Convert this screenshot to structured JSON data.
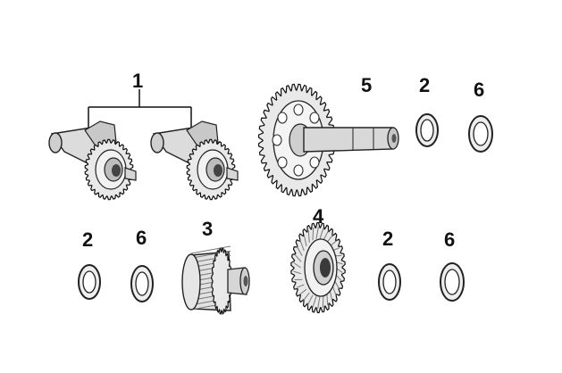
{
  "callouts": {
    "c1": "1",
    "c5": "5",
    "c2_top": "2",
    "c6_top": "6",
    "c2_left": "2",
    "c6_left": "6",
    "c3": "3",
    "c4": "4",
    "c2_right": "2",
    "c6_right": "6"
  },
  "colors": {
    "ink": "#111111",
    "gear_fill": "#e9e9e9",
    "shaft_fill": "#d6d6d6",
    "tooth": "#777777",
    "hub_dark": "#333333"
  }
}
